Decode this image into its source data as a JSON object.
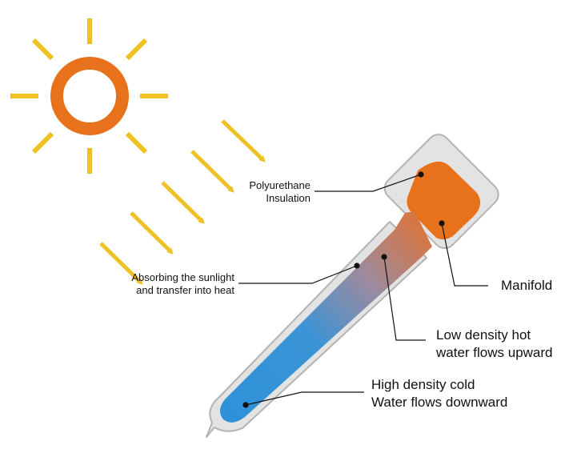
{
  "colors": {
    "sun": "#e8711c",
    "rays": "#eec226",
    "hot": "#e8711c",
    "cold": "#2f92d8",
    "casing_fill": "#e3e3e3",
    "casing_stroke": "#b3b3b3",
    "leader": "#111111"
  },
  "labels": {
    "insulation": {
      "line1": "Polyurethane",
      "line2": "Insulation"
    },
    "absorbing": {
      "line1": "Absorbing the sunlight",
      "line2": "and transfer into heat"
    },
    "manifold": "Manifold",
    "low_density": {
      "line1": "Low density hot",
      "line2": "water flows upward"
    },
    "high_density": {
      "line1": "High density cold",
      "line2": "Water flows downward"
    }
  },
  "icons": [
    "sun-icon",
    "sunlight-arrow-icon"
  ]
}
